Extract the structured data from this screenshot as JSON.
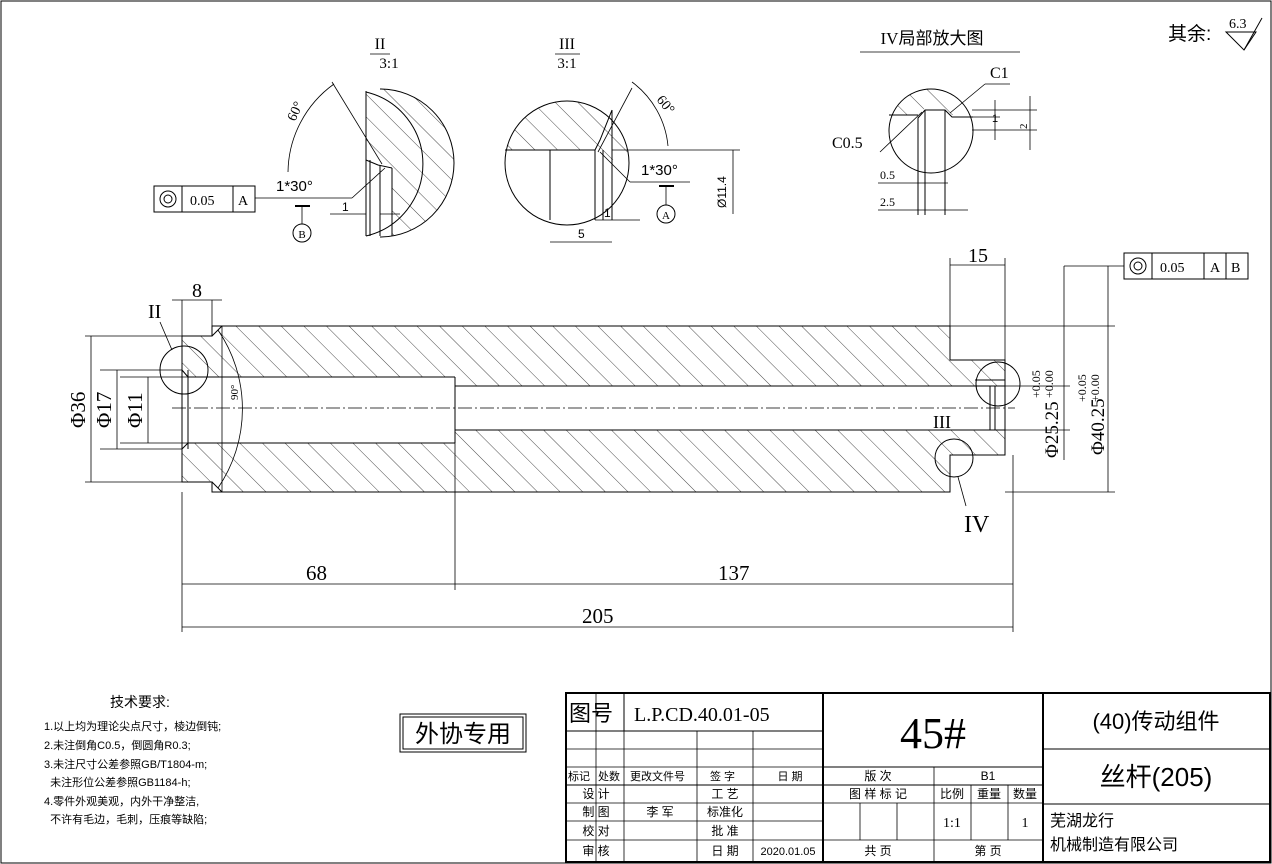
{
  "surface_finish": {
    "label": "其余:",
    "value": "6.3"
  },
  "views": {
    "detail2": {
      "roman": "II",
      "scale": "3:1",
      "angle": "60°",
      "chamfer": "1*30°",
      "dim": "1",
      "tolerance": {
        "value": "0.05",
        "datum": "A"
      },
      "datum_label": "B"
    },
    "detail3": {
      "roman": "III",
      "scale": "3:1",
      "angle": "60°",
      "chamfer": "1*30°",
      "dim_a": "1",
      "dim_b": "5",
      "dia": "Ø11.4",
      "datum_label": "A"
    },
    "detail4": {
      "title": "IV局部放大图",
      "c1": "C1",
      "c05": "C0.5",
      "dim_05": "0.5",
      "dim_25": "2.5",
      "dim_1": "1",
      "dim_2": "2"
    }
  },
  "main": {
    "label_ii": "II",
    "label_iii": "III",
    "label_iv": "IV",
    "dim_8": "8",
    "dim_15": "15",
    "dia_36": "Φ36",
    "dia_17": "Φ17",
    "dia_11": "Φ11",
    "angle_90": "90°",
    "dia_25": "Φ25.25",
    "tol_25": "+0.05",
    "tol_25b": "+0.00",
    "dia_40": "Φ40.25",
    "tol_40": "+0.05",
    "tol_40b": "+0.00",
    "dim_68": "68",
    "dim_137": "137",
    "dim_205": "205",
    "tolerance": {
      "value": "0.05",
      "datum_a": "A",
      "datum_b": "B"
    }
  },
  "tech": {
    "title": "技术要求:",
    "items": [
      "1.以上均为理论尖点尺寸，棱边倒钝;",
      "2.未注倒角C0.5，倒圆角R0.3;",
      "3.未注尺寸公差参照GB/T1804-m;",
      "  未注形位公差参照GB1184-h;",
      "4.零件外观美观，内外干净整洁,",
      "  不许有毛边，毛刺，压痕等缺陷;"
    ]
  },
  "stamp": "外协专用",
  "title_block": {
    "drawing_no_label": "图号",
    "drawing_no": "L.P.CD.40.01-05",
    "material": "45#",
    "assembly": "(40)传动组件",
    "part_name": "丝杆(205)",
    "company_line1": "芜湖龙行",
    "company_line2": "机械制造有限公司",
    "hdr": [
      "标记",
      "处数",
      "更改文件号",
      "签 字",
      "日 期"
    ],
    "version_label": "版 次",
    "version_value": "B1",
    "marks_label": "图 样 标 记",
    "ratio_label": "比例",
    "weight_label": "重量",
    "qty_label": "数量",
    "ratio_value": "1:1",
    "qty_value": "1",
    "design": "设 计",
    "process": "工 艺",
    "draw": "制 图",
    "drawer": "李 军",
    "standard": "标准化",
    "check": "校 对",
    "approve": "批 准",
    "review": "审 核",
    "date_label": "日 期",
    "date_value": "2020.01.05",
    "total_pages": "共  页",
    "page_no": "第  页"
  }
}
